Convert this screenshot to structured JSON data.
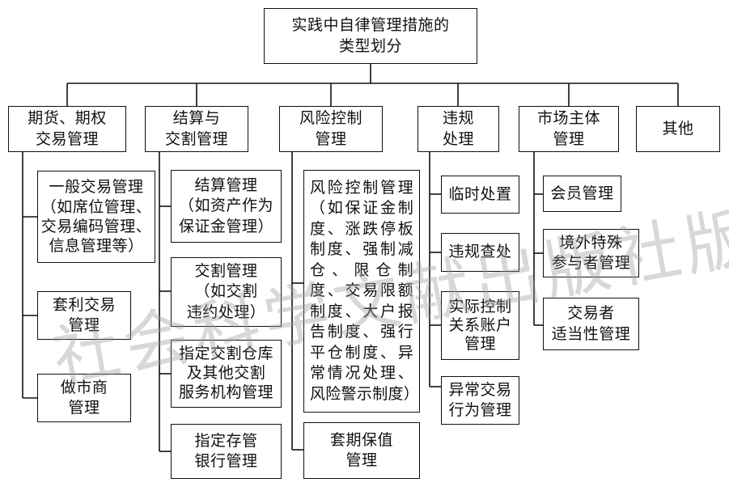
{
  "root": "实践中自律管理措施的\n类型划分",
  "categories": {
    "futures_trading": "期货、期权\n交易管理",
    "settlement_delivery": "结算与\n交割管理",
    "risk_control": "风险控制\n管理",
    "violation": "违规\n处理",
    "market_entity": "市场主体\n管理",
    "other": "其他"
  },
  "items": {
    "general_trading": "一般交易管理\n（如席位管理、\n交易编码管理、\n信息管理等）",
    "arbitrage": "套利交易\n管理",
    "market_maker": "做市商\n管理",
    "settlement_mgmt": "结算管理\n（如资产作为\n保证金管理）",
    "delivery_mgmt": "交割管理\n（如交割\n违约处理）",
    "designated_warehouse": "指定交割仓库\n及其他交割\n服务机构管理",
    "depository_bank": "指定存管\n银行管理",
    "risk_control_mgmt": "风险控制管理（如保证金制度、涨跌停板制度、强制减仓、限仓制度、交易限额制度、大户报告制度、强行平仓制度、异常情况处理、风险警示制度）",
    "hedging": "套期保值\n管理",
    "temporary_disposal": "临时处置",
    "violation_investigation": "违规查处",
    "actual_control_accounts": "实际控制\n关系账户\n管理",
    "abnormal_trading": "异常交易\n行为管理",
    "member_mgmt": "会员管理",
    "overseas_participants": "境外特殊\n参与者管理",
    "trader_suitability": "交易者\n适当性管理"
  },
  "watermark": "社会科学文献出版社版权所有"
}
